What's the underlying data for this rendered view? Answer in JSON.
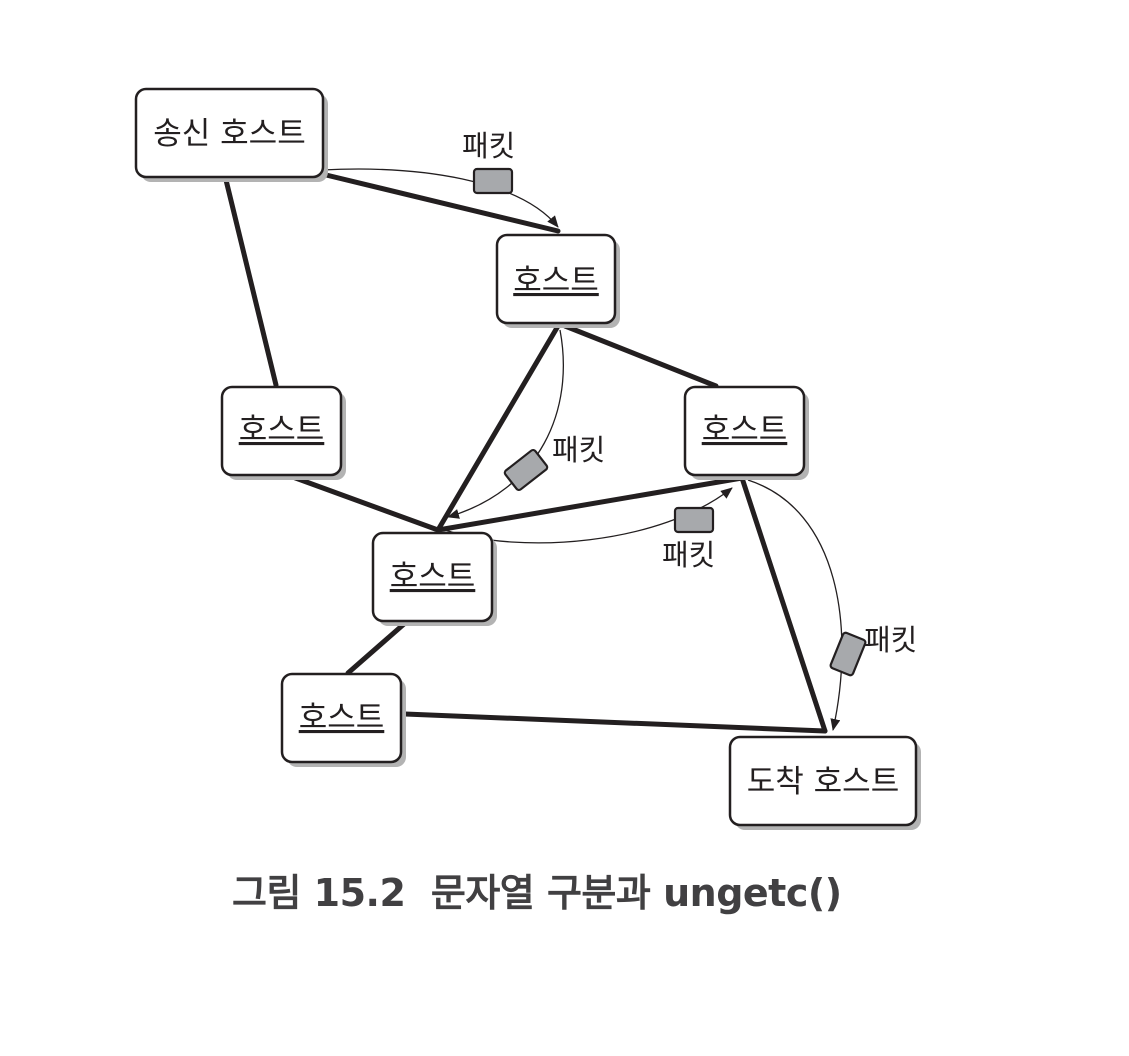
{
  "nodes": [
    {
      "id": "sender",
      "label": "송신 호스트"
    },
    {
      "id": "host_top",
      "label": "호스트"
    },
    {
      "id": "host_left",
      "label": "호스트"
    },
    {
      "id": "host_right",
      "label": "호스트"
    },
    {
      "id": "host_center",
      "label": "호스트"
    },
    {
      "id": "host_bottom",
      "label": "호스트"
    },
    {
      "id": "dest",
      "label": "도착 호스트"
    }
  ],
  "links": [
    [
      "sender",
      "host_top"
    ],
    [
      "sender",
      "host_left"
    ],
    [
      "host_top",
      "host_right"
    ],
    [
      "host_top",
      "host_center"
    ],
    [
      "host_left",
      "host_center"
    ],
    [
      "host_center",
      "host_right"
    ],
    [
      "host_center",
      "host_bottom"
    ],
    [
      "host_bottom",
      "dest"
    ],
    [
      "host_right",
      "dest"
    ]
  ],
  "packet_route": [
    "sender",
    "host_top",
    "host_center",
    "host_right",
    "dest"
  ],
  "packet_label": "패킷",
  "caption": "그림 15.2  문자열 구분과 ungetc()"
}
